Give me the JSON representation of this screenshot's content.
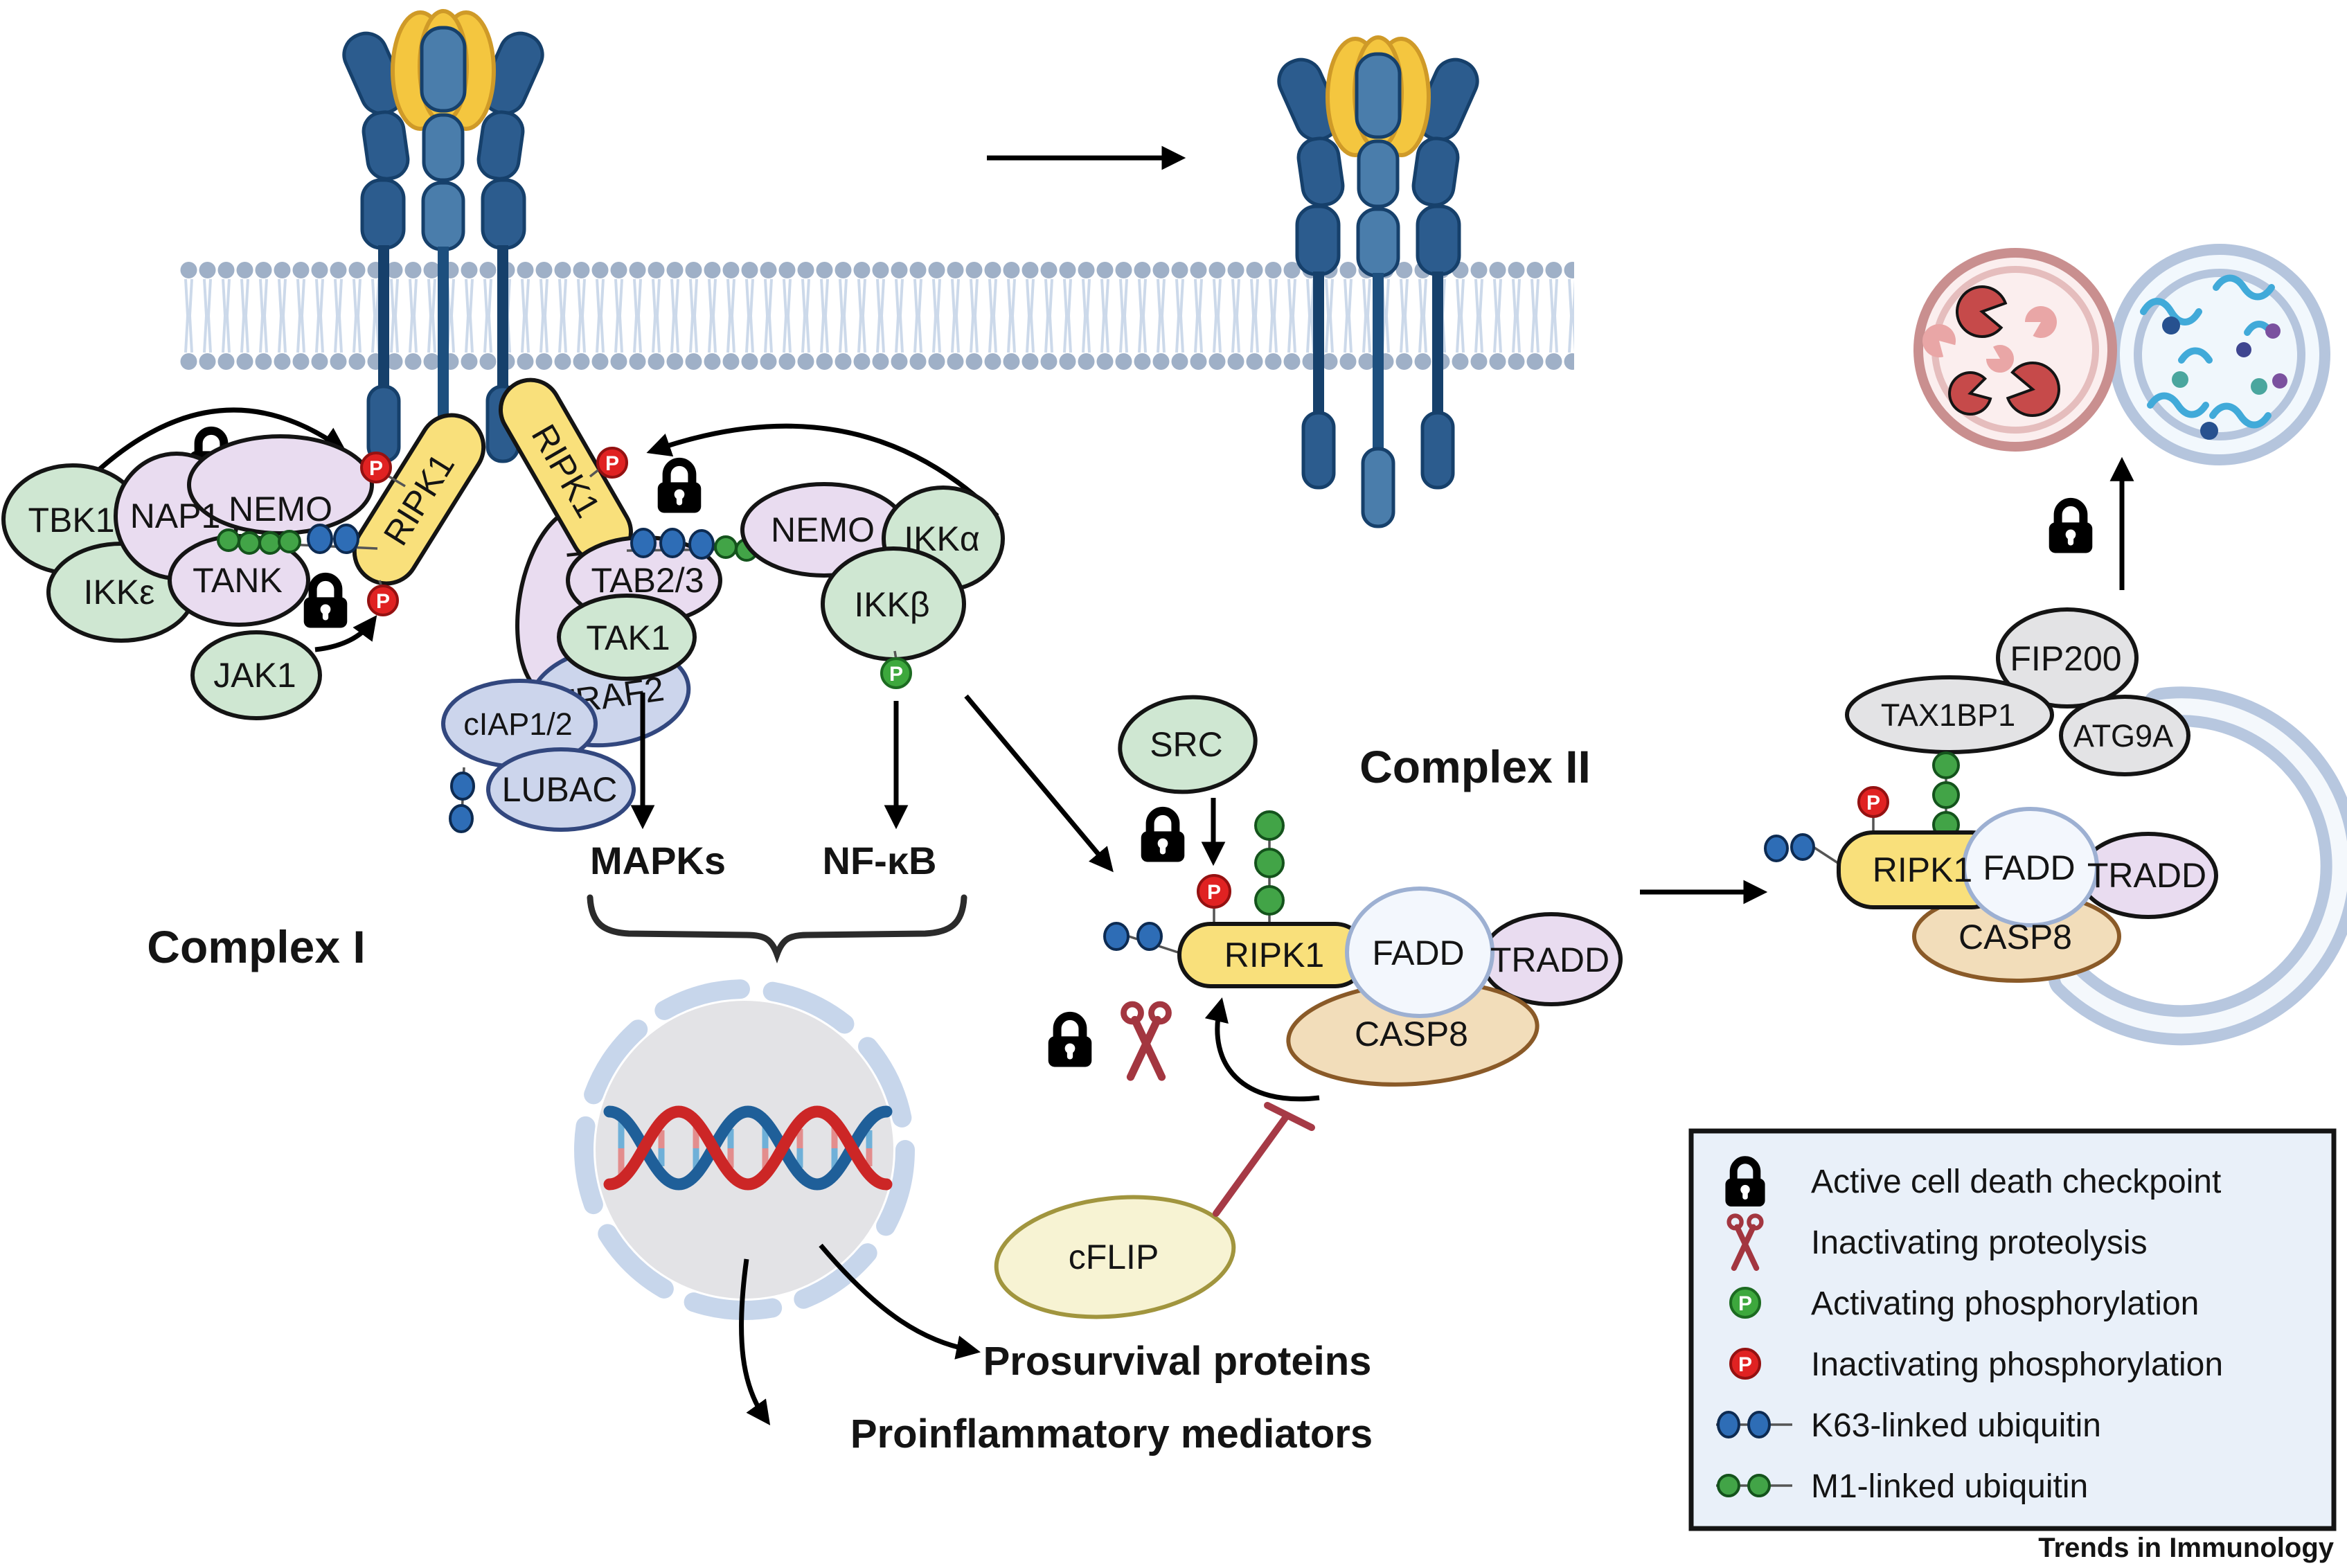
{
  "journal": {
    "name": "Trends in Immunology"
  },
  "labels": {
    "complex_i": "Complex I",
    "complex_ii": "Complex II",
    "mapks": "MAPKs",
    "nfkb": "NF-κB",
    "prosurvival": "Prosurvival proteins",
    "proinflammatory": "Proinflammatory mediators"
  },
  "badges": {
    "phospho": "P"
  },
  "proteins": {
    "tbk1": "TBK1",
    "nap1": "NAP1",
    "nemo": "NEMO",
    "ikke": "IKKε",
    "tank": "TANK",
    "jak1": "JAK1",
    "ripk1": "RIPK1",
    "tradd": "TRADD",
    "traf2": "TRAF2",
    "ciap12": "cIAP1/2",
    "lubac": "LUBAC",
    "tab23": "TAB2/3",
    "tak1": "TAK1",
    "ikka": "IKKα",
    "ikkb": "IKKβ",
    "src": "SRC",
    "fadd": "FADD",
    "casp8": "CASP8",
    "cflip": "cFLIP",
    "fip200": "FIP200",
    "tax1bp1": "TAX1BP1",
    "atg9a": "ATG9A"
  },
  "legend": {
    "items": [
      {
        "icon": "lock-icon",
        "label": "Active cell death checkpoint"
      },
      {
        "icon": "scissors-icon",
        "label": "Inactivating proteolysis"
      },
      {
        "icon": "phospho-green-icon",
        "label": "Activating phosphorylation"
      },
      {
        "icon": "phospho-red-icon",
        "label": "Inactivating phosphorylation"
      },
      {
        "icon": "ubiquitin-blue-icon",
        "label": "K63-linked ubiquitin"
      },
      {
        "icon": "ubiquitin-green-icon",
        "label": "M1-linked ubiquitin"
      }
    ]
  },
  "colors": {
    "activating_phospho": "#3da83d",
    "inactivating_phospho": "#e02222",
    "k63_ubiquitin": "#2e6db6",
    "m1_ubiquitin": "#42a447",
    "checkpoint_lock": "#000000",
    "proteolysis_scissors": "#a33640",
    "inhibition_bar": "#a63a46",
    "receptor_blue": "#2c5c8e",
    "ligand_yellow": "#f4c63f",
    "ripk1_yellow": "#f9e07b"
  }
}
